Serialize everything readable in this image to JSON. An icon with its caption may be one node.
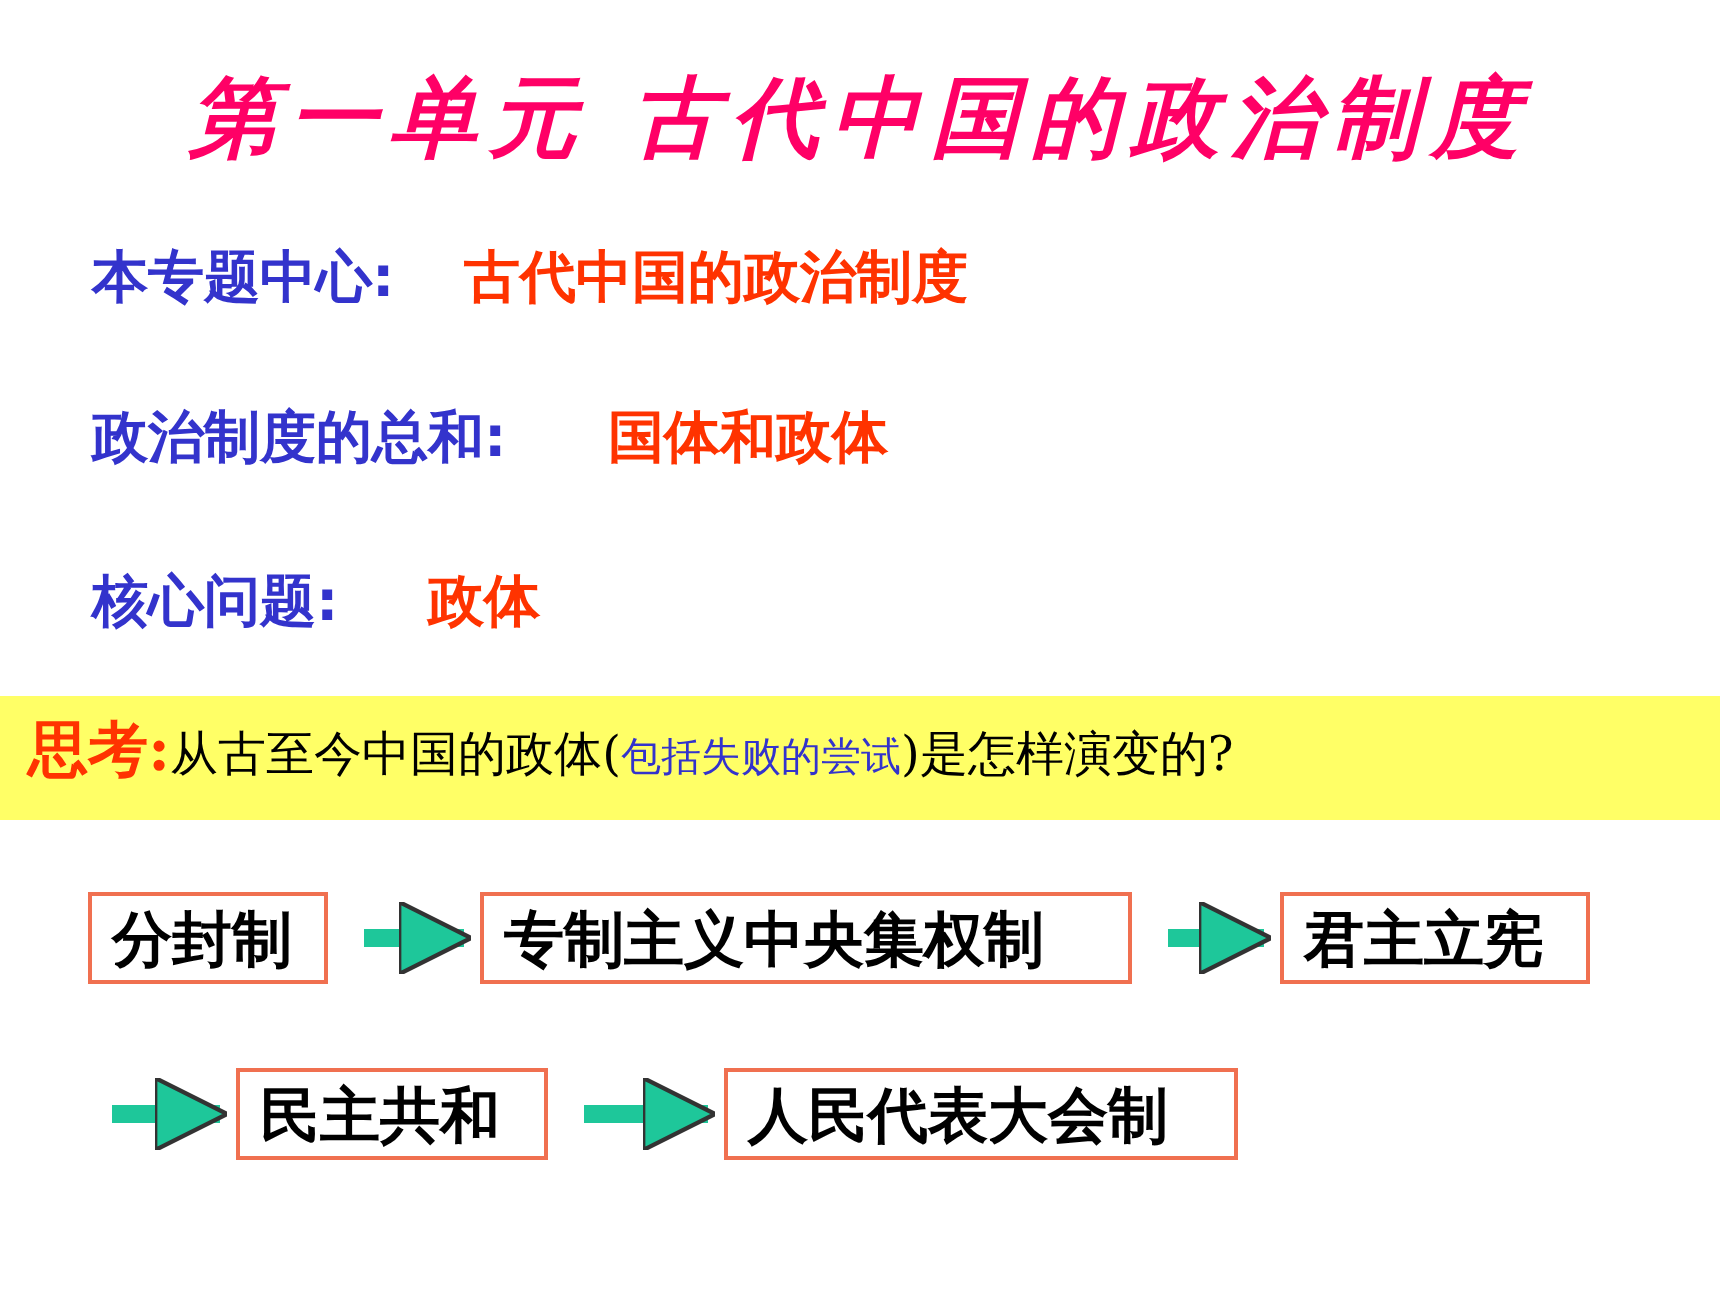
{
  "diagram": {
    "title": "第一单元 古代中国的政治制度",
    "nodes": [
      {
        "text": [
          "分封制"
        ]
      },
      {
        "text": [
          "专制主义中央集权制"
        ]
      },
      {
        "text": [
          "君主立宪"
        ]
      },
      {
        "text": [
          "民主共和"
        ]
      },
      {
        "text": [
          "人民代表大会制"
        ]
      }
    ],
    "edges": [
      {
        "from": 0,
        "to": 1,
        "arrow": "to"
      },
      {
        "from": 1,
        "to": 2,
        "arrow": "to"
      },
      {
        "from": null,
        "to": 3,
        "arrow": "to"
      },
      {
        "from": 3,
        "to": 4,
        "arrow": "to"
      }
    ],
    "labels": [
      "本专题中心:",
      "古代中国的政治制度",
      "政治制度的总和:",
      "国体和政体",
      "核心问题:",
      "政体",
      "思考:",
      "从古至今中国的政体(",
      "包括失败的尝试",
      ")是怎样演变的?"
    ]
  }
}
